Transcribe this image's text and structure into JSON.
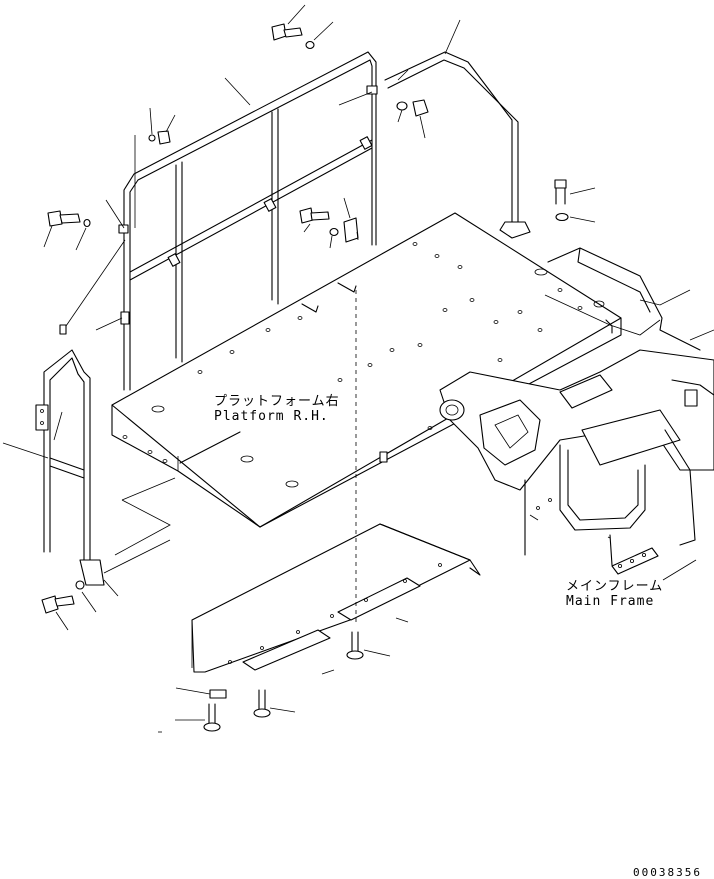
{
  "labels": {
    "platform_jp": "プラットフォーム右",
    "platform_en": "Platform R.H.",
    "frame_jp": "メインフレーム",
    "frame_en": "Main Frame"
  },
  "drawing_code": "00038356"
}
